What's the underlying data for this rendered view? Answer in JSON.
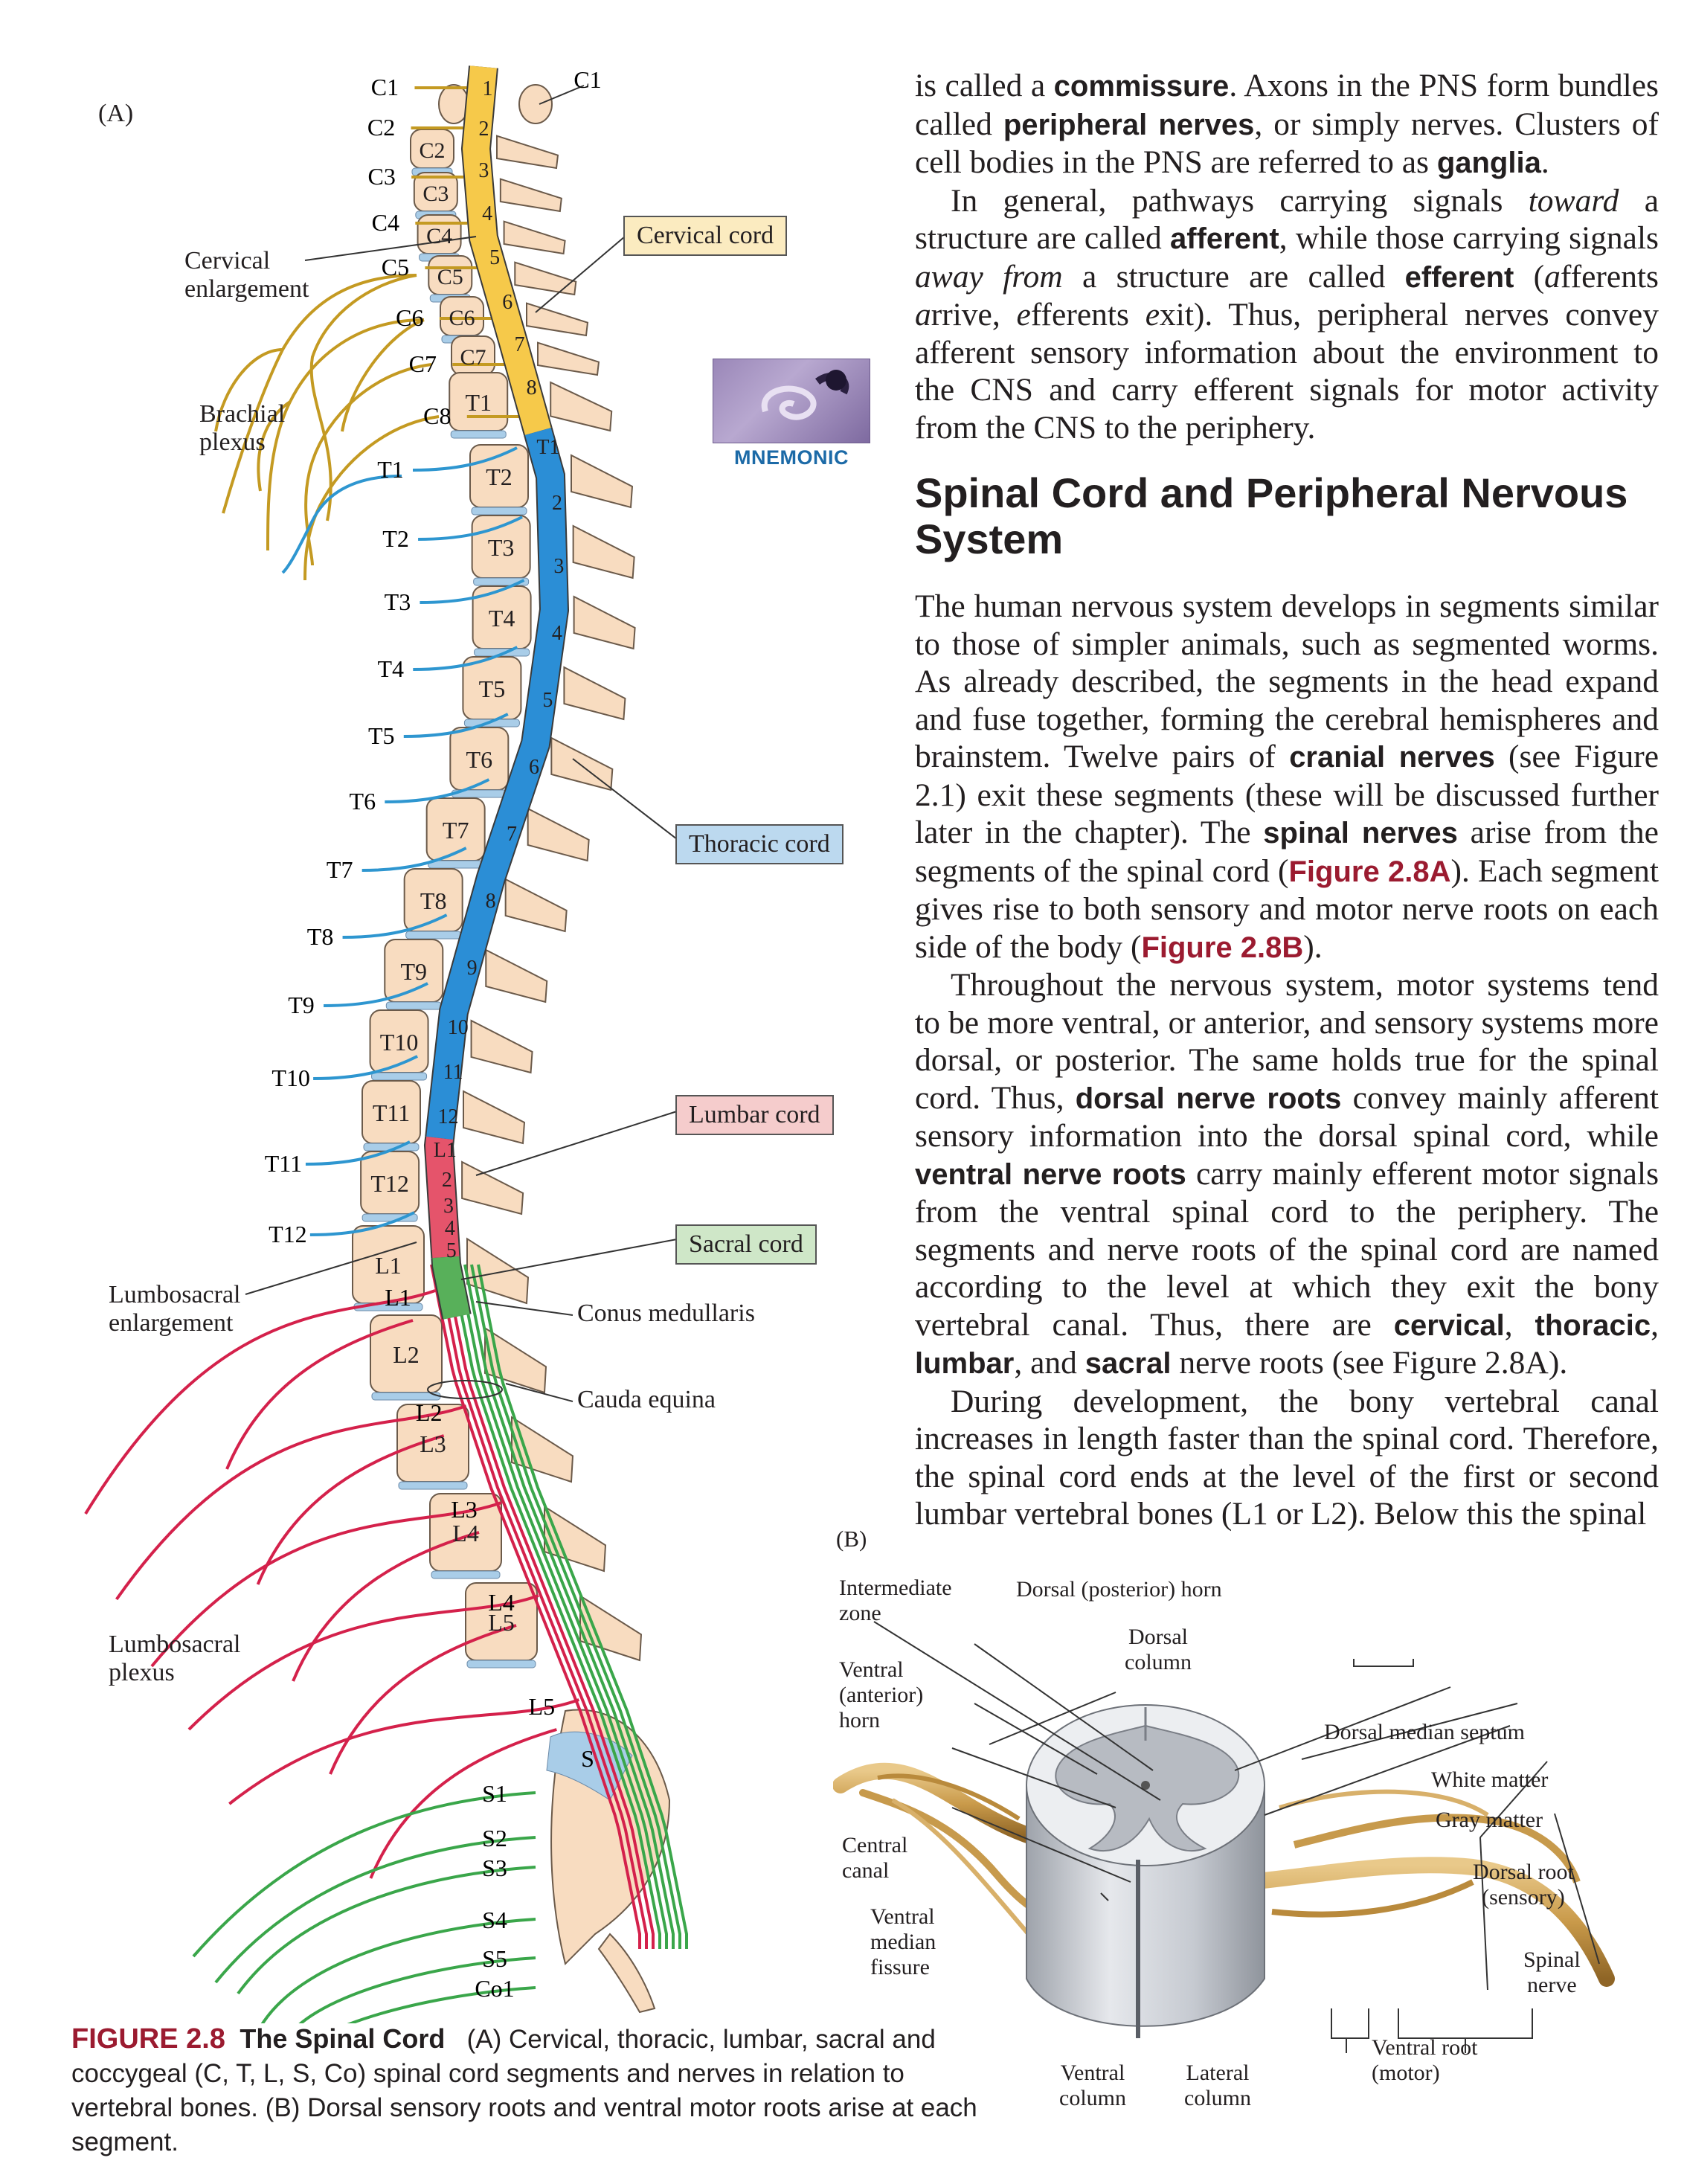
{
  "figureA": {
    "panel_label": "(A)",
    "left_labels": {
      "cervical_enlargement": "Cervical\nenlargement",
      "brachial_plexus": "Brachial\nplexus",
      "lumbosacral_enlargement": "Lumbosacral\nenlargement",
      "lumbosacral_plexus": "Lumbosacral\nplexus"
    },
    "callouts": {
      "cervical_cord": "Cervical cord",
      "thoracic_cord": "Thoracic cord",
      "lumbar_cord": "Lumbar cord",
      "sacral_cord": "Sacral cord"
    },
    "annotations": {
      "conus_medullaris": "Conus medullaris",
      "cauda_equina": "Cauda equina"
    },
    "nerve_labels": {
      "c1_left": "C1",
      "c1_right": "C1",
      "c2": "C2",
      "c3": "C3",
      "c4": "C4",
      "c5": "C5",
      "c6": "C6",
      "c7": "C7",
      "c8": "C8",
      "t1": "T1",
      "t2": "T2",
      "t3": "T3",
      "t4": "T4",
      "t5": "T5",
      "t6": "T6",
      "t7": "T7",
      "t8": "T8",
      "t9": "T9",
      "t10": "T10",
      "t11": "T11",
      "t12": "T12",
      "l1": "L1",
      "l2": "L2",
      "l3": "L3",
      "l4": "L4",
      "l5": "L5",
      "s1": "S1",
      "s2": "S2",
      "s3": "S3",
      "s4": "S4",
      "s5": "S5",
      "co1": "Co1"
    },
    "vertebra_labels": {
      "c2": "C2",
      "c3": "C3",
      "c4": "C4",
      "c5": "C5",
      "c6": "C6",
      "c7": "C7",
      "t1": "T1",
      "t2": "T2",
      "t3": "T3",
      "t4": "T4",
      "t5": "T5",
      "t6": "T6",
      "t7": "T7",
      "t8": "T8",
      "t9": "T9",
      "t10": "T10",
      "t11": "T11",
      "t12": "T12",
      "l1": "L1",
      "l2": "L2",
      "l3": "L3",
      "l4": "L4",
      "l5": "L5",
      "s": "S"
    },
    "cord_segment_labels": [
      "1",
      "2",
      "3",
      "4",
      "5",
      "6",
      "7",
      "8",
      "T1",
      "2",
      "3",
      "4",
      "5",
      "6",
      "7",
      "8",
      "9",
      "10",
      "11",
      "12",
      "L1",
      "2",
      "3",
      "4",
      "5"
    ],
    "colors": {
      "cervical": "#f6c94a",
      "thoracic": "#2b8ed6",
      "lumbar": "#e5546b",
      "sacral": "#58b05a",
      "brachial_nerve": "#c49a22",
      "thoracic_nerve": "#2e96d0",
      "lumbar_nerve": "#d4214b",
      "sacral_nerve": "#3aa64a",
      "bone": "#f8dcc0",
      "disc": "#a9cde8"
    }
  },
  "mnemonic": {
    "label": "MNEMONIC"
  },
  "text": {
    "p1": {
      "s1": "is called a ",
      "b1": "commissure",
      "s2": ". Axons in the PNS form bundles called ",
      "b2": "peripheral nerves",
      "s3": ", or simply nerves. Clusters of cell bodies in the PNS are referred to as ",
      "b3": "ganglia",
      "s4": "."
    },
    "p2": {
      "s1": "In general, pathways carrying signals ",
      "i1": "toward",
      "s2": " a structure are called ",
      "b1": "afferent",
      "s3": ", while those carrying signals ",
      "i2": "away from",
      "s4": " a structure are called ",
      "b2": "efferent",
      "s5": " (",
      "i3": "a",
      "s6": "fferents ",
      "i4": "a",
      "s7": "rrive, ",
      "i5": "e",
      "s8": "fferents ",
      "i6": "e",
      "s9": "xit). Thus, peripheral nerves convey afferent sensory information about the environment to the CNS and carry efferent signals for motor activity from the CNS to the periphery."
    },
    "heading": "Spinal Cord and Peripheral Nervous System",
    "p3": {
      "s1": "The human nervous system develops in segments similar to those of simpler animals, such as segmented worms. As already described, the segments in the head expand and fuse together, forming the cerebral hemispheres and brainstem. Twelve pairs of ",
      "b1": "cranial nerves",
      "s2": " (see Figure 2.1) exit these segments (these will be discussed further later in the chapter). The ",
      "b2": "spinal nerves",
      "s3": " arise from the segments of the spinal cord (",
      "r1": "Figure 2.8A",
      "s4": "). Each segment gives rise to both sensory and motor nerve roots on each side of the body (",
      "r2": "Figure 2.8B",
      "s5": ")."
    },
    "p4": {
      "s1": "Throughout the nervous system, motor systems tend to be more ventral, or anterior, and sensory systems more dorsal, or posterior. The same holds true for the spinal cord. Thus, ",
      "b1": "dorsal nerve roots",
      "s2": " convey mainly afferent sensory information into the dorsal spinal cord, while ",
      "b2": "ventral nerve roots",
      "s3": " carry mainly efferent motor signals from the ventral spinal cord to the periphery. The segments and nerve roots of the spinal cord are named according to the level at which they exit the bony vertebral canal. Thus, there are ",
      "b3": "cervical",
      "s4": ", ",
      "b4": "thoracic",
      "s5": ", ",
      "b5": "lumbar",
      "s6": ", and ",
      "b6": "sacral",
      "s7": " nerve roots (see Figure 2.8A)."
    },
    "p5": {
      "s1": "During development, the bony vertebral canal increases in length faster than the spinal cord. Therefore, the spinal cord ends at the level of the first or second lumbar vertebral bones (L1 or L2). Below this the spinal"
    }
  },
  "figureB": {
    "panel_label": "(B)",
    "labels": {
      "intermediate_zone": "Intermediate\nzone",
      "dorsal_horn": "Dorsal (posterior) horn",
      "dorsal_column": "Dorsal\ncolumn",
      "ventral_horn": "Ventral\n(anterior)\nhorn",
      "dorsal_median_septum": "Dorsal median septum",
      "white_matter": "White matter",
      "gray_matter": "Gray matter",
      "central_canal": "Central\ncanal",
      "dorsal_root": "Dorsal root\n(sensory)",
      "ventral_median_fissure": "Ventral\nmedian\nfissure",
      "spinal_nerve": "Spinal\nnerve",
      "ventral_root": "Ventral root\n(motor)",
      "ventral_column": "Ventral\ncolumn",
      "lateral_column": "Lateral\ncolumn"
    }
  },
  "caption": {
    "number": "FIGURE 2.8",
    "title": "The Spinal Cord",
    "text": "(A) Cervical, thoracic, lumbar, sacral and coccygeal (C, T, L, S, Co) spinal cord segments and nerves in relation to vertebral bones. (B) Dorsal sensory roots and ventral motor roots arise at each segment."
  }
}
